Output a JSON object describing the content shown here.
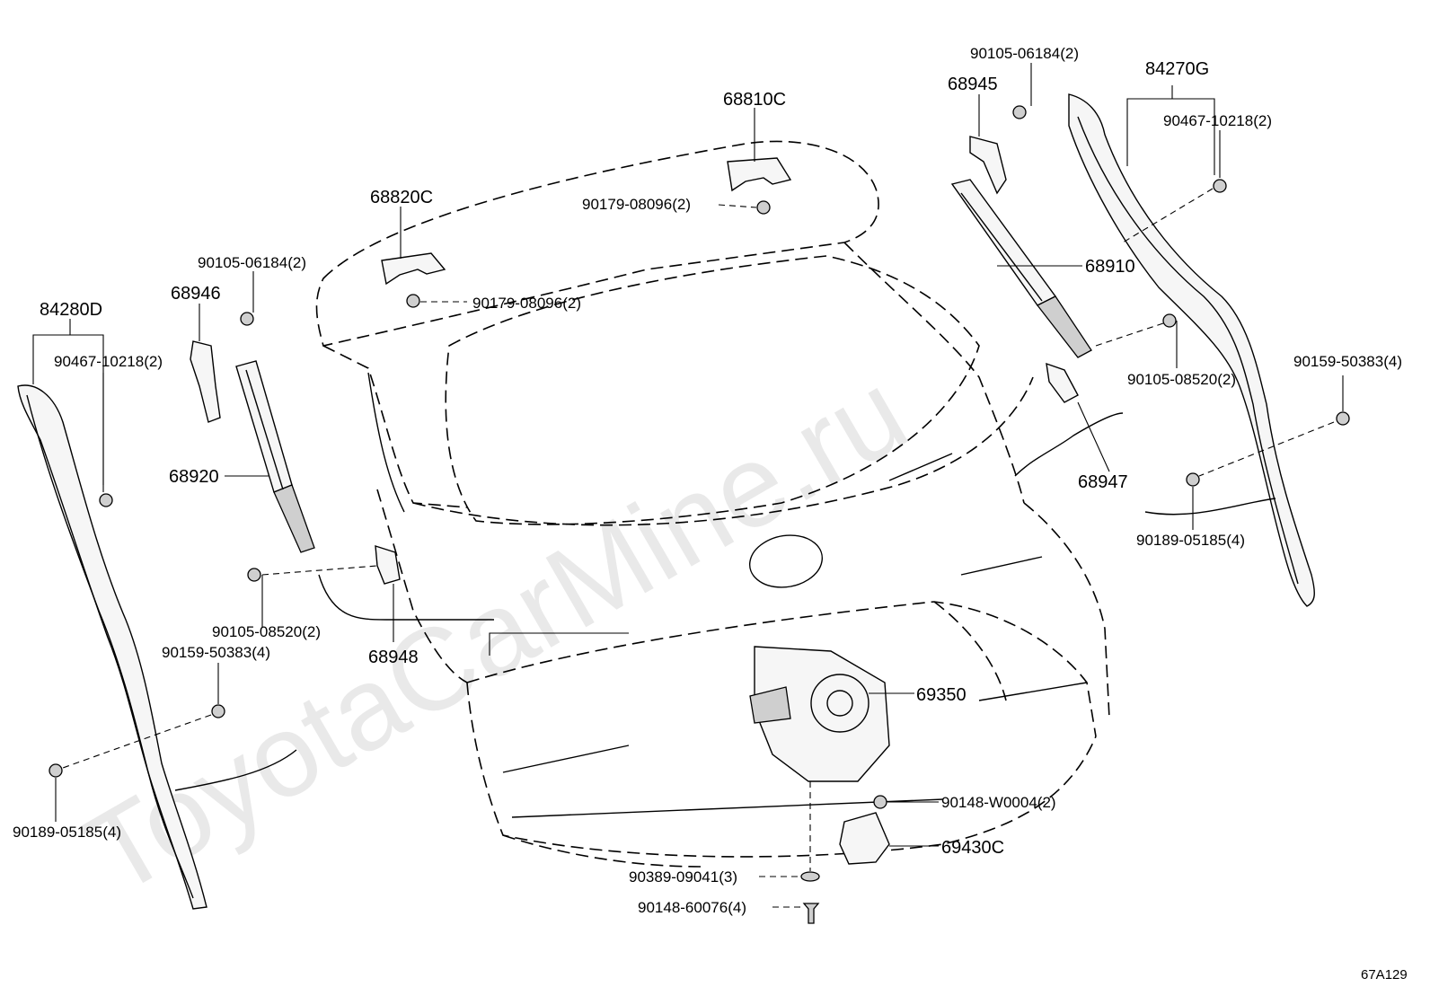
{
  "watermark": "ToyotaCarMine.ru",
  "diagram_code": "67A129",
  "parts": {
    "p84280D": "84280D",
    "p84270G": "84270G",
    "p68810C": "68810C",
    "p68820C": "68820C",
    "p68945": "68945",
    "p68946": "68946",
    "p68910": "68910",
    "p68920": "68920",
    "p68947": "68947",
    "p68948": "68948",
    "p69350": "69350",
    "p69430C": "69430C",
    "p90105_06184_top": "90105-06184(2)",
    "p90105_06184_left": "90105-06184(2)",
    "p90467_10218_right": "90467-10218(2)",
    "p90467_10218_left": "90467-10218(2)",
    "p90179_08096_top": "90179-08096(2)",
    "p90179_08096_left": "90179-08096(2)",
    "p90105_08520_right": "90105-08520(2)",
    "p90105_08520_left": "90105-08520(2)",
    "p90159_50383_right": "90159-50383(4)",
    "p90159_50383_left": "90159-50383(4)",
    "p90189_05185_right": "90189-05185(4)",
    "p90189_05185_left": "90189-05185(4)",
    "p90148_W0004": "90148-W0004(2)",
    "p90389_09041": "90389-09041(3)",
    "p90148_60076": "90148-60076(4)"
  }
}
